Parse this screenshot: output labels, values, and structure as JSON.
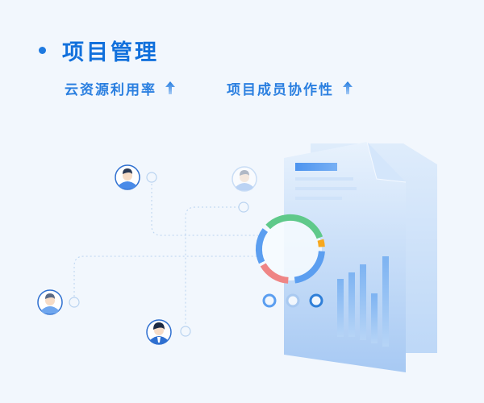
{
  "section": {
    "title": "项目管理",
    "features": [
      {
        "label": "云资源利用率",
        "icon": "arrow-up-icon"
      },
      {
        "label": "项目成员协作性",
        "icon": "arrow-up-icon"
      }
    ]
  },
  "colors": {
    "accent": "#1170dc",
    "feature_text": "#2a7fe0",
    "background": "#f2f7fd",
    "ring_green": "#5fc98a",
    "ring_orange": "#f7a81f",
    "ring_blue": "#5b9ef0",
    "ring_red": "#ef8585"
  }
}
